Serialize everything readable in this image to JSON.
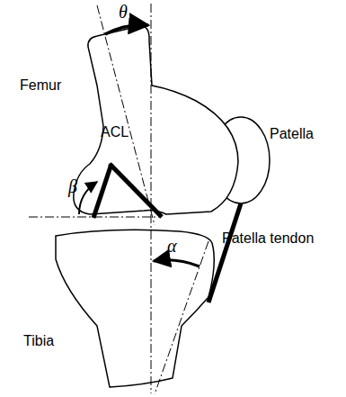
{
  "diagram": {
    "labels": [
      "θ",
      "Femur",
      "ACL",
      "β",
      "Patella",
      "Patella tendon",
      "α",
      "Tibia"
    ]
  }
}
